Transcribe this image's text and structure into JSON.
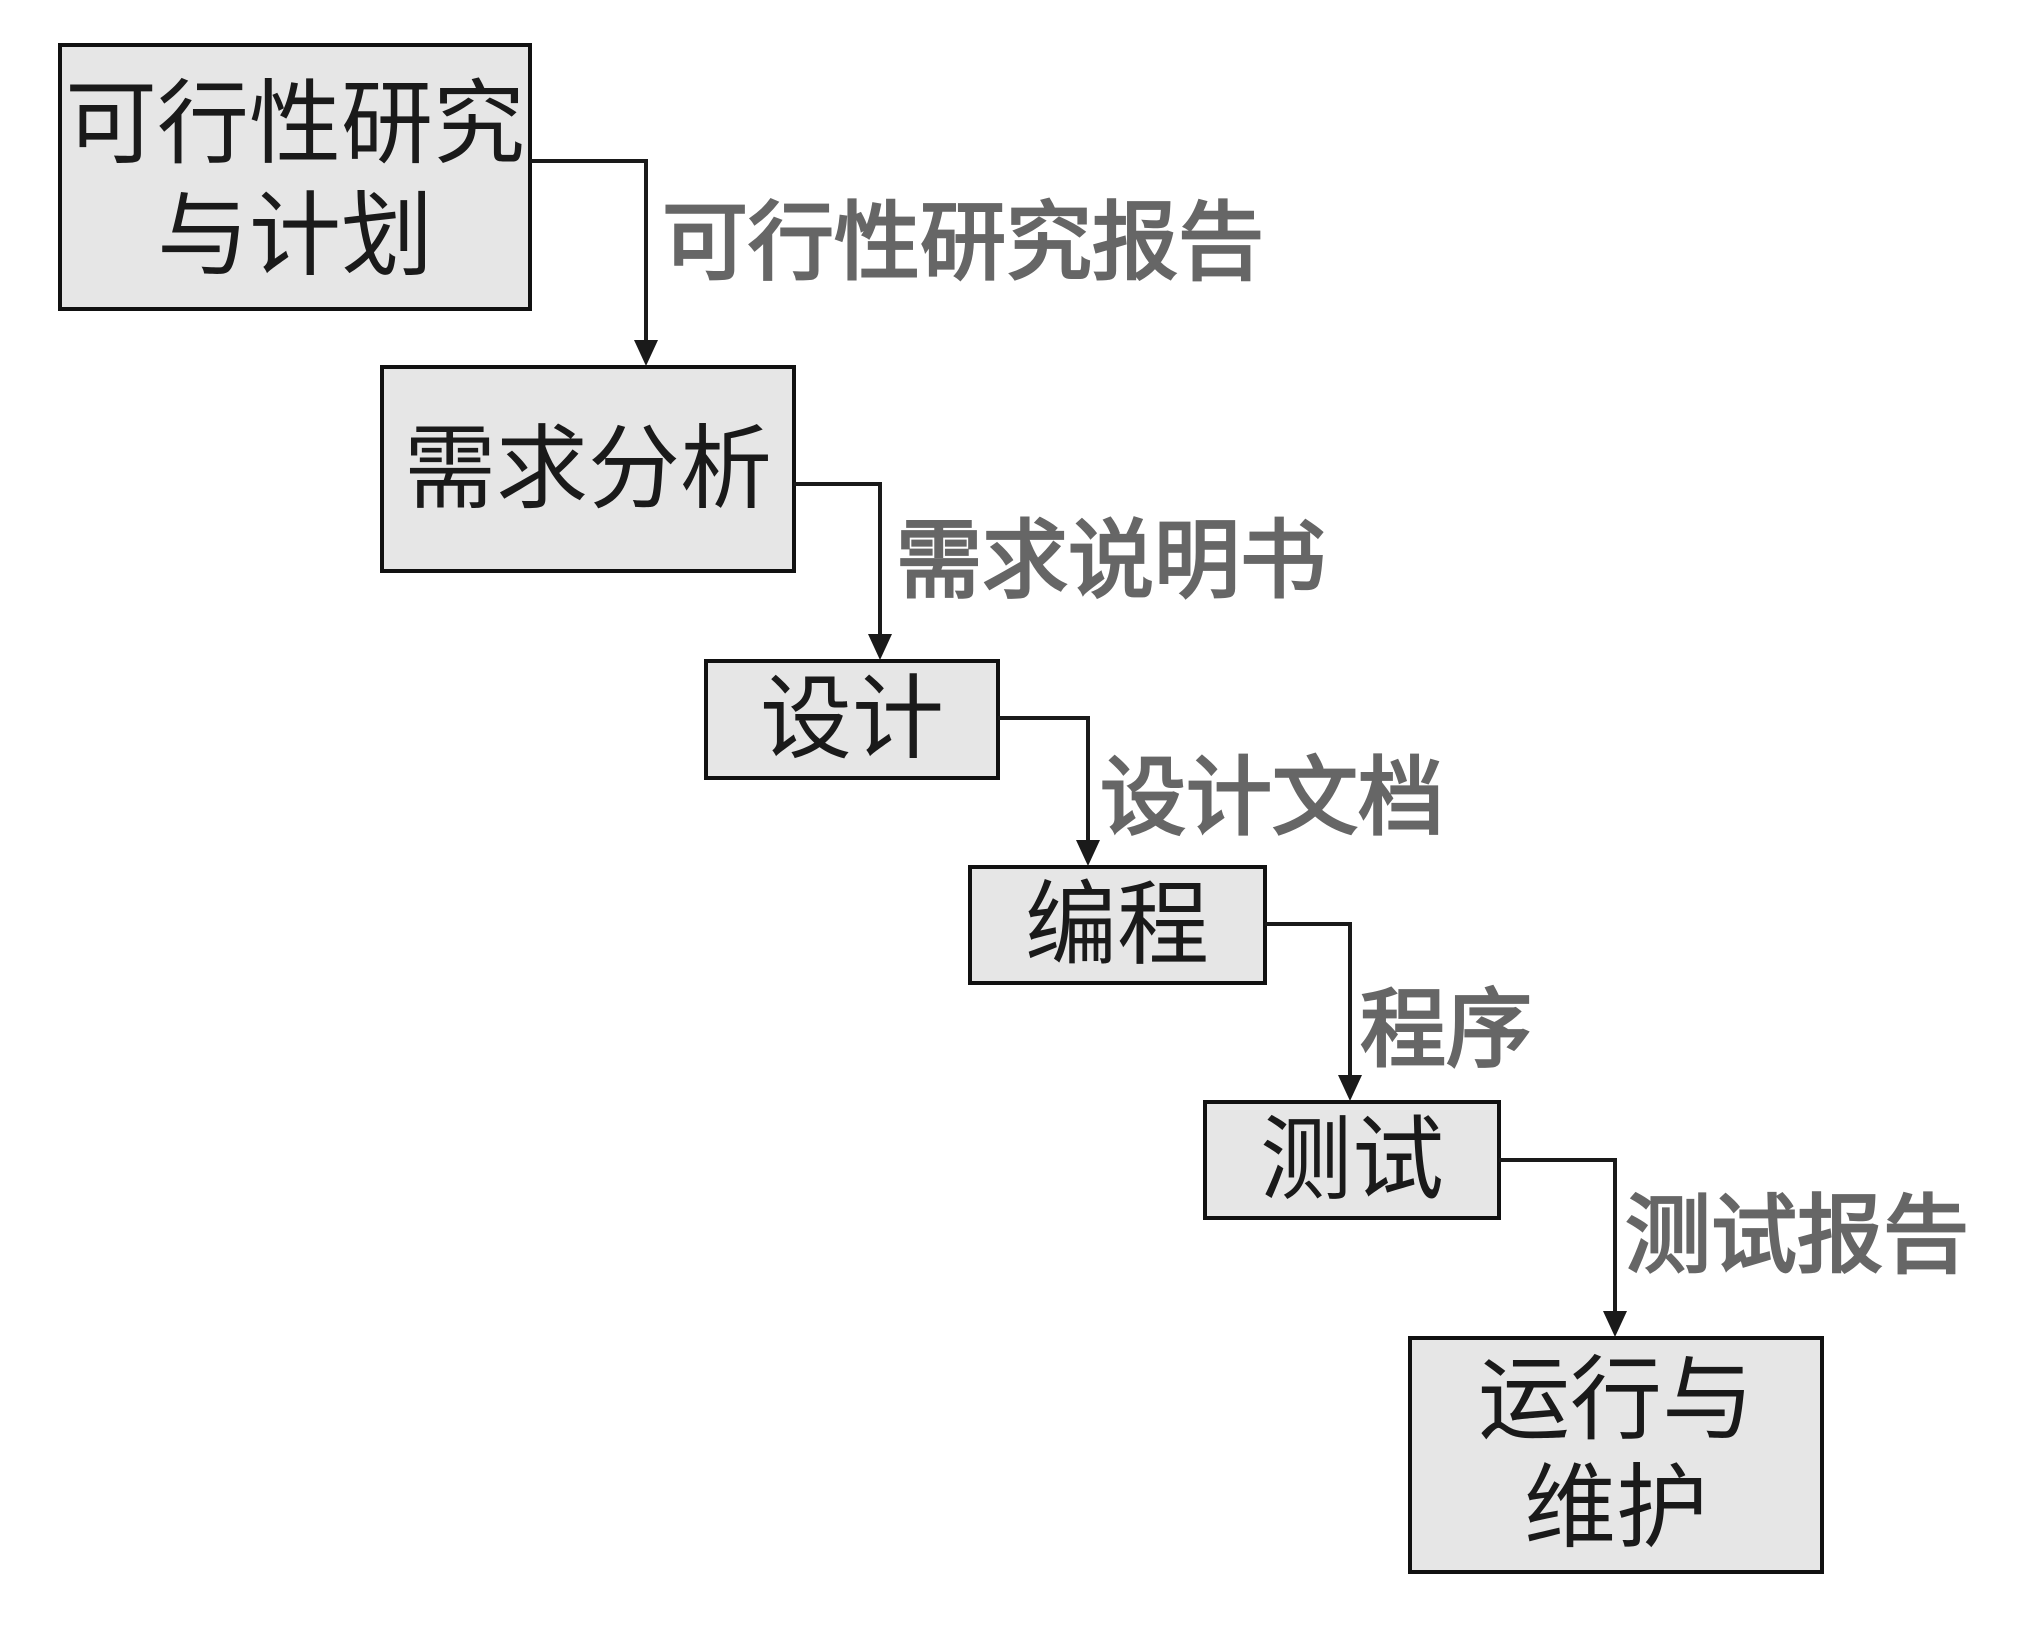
{
  "diagram": {
    "stages": [
      {
        "id": "feasibility",
        "lines": [
          "可行性研究",
          "与计划"
        ]
      },
      {
        "id": "requirements",
        "lines": [
          "需求分析"
        ]
      },
      {
        "id": "design",
        "lines": [
          "设计"
        ]
      },
      {
        "id": "coding",
        "lines": [
          "编程"
        ]
      },
      {
        "id": "testing",
        "lines": [
          "测试"
        ]
      },
      {
        "id": "operation",
        "lines": [
          "运行与",
          "维护"
        ]
      }
    ],
    "artifacts": [
      {
        "from": "feasibility",
        "to": "requirements",
        "label": "可行性研究报告"
      },
      {
        "from": "requirements",
        "to": "design",
        "label": "需求说明书"
      },
      {
        "from": "design",
        "to": "coding",
        "label": "设计文档"
      },
      {
        "from": "coding",
        "to": "testing",
        "label": "程序"
      },
      {
        "from": "testing",
        "to": "operation",
        "label": "测试报告"
      }
    ],
    "colors": {
      "box_fill": "#e6e6e6",
      "box_border": "#111111",
      "stage_text": "#1a1a1a",
      "artifact_text": "#666666",
      "arrow": "#1a1a1a"
    }
  }
}
